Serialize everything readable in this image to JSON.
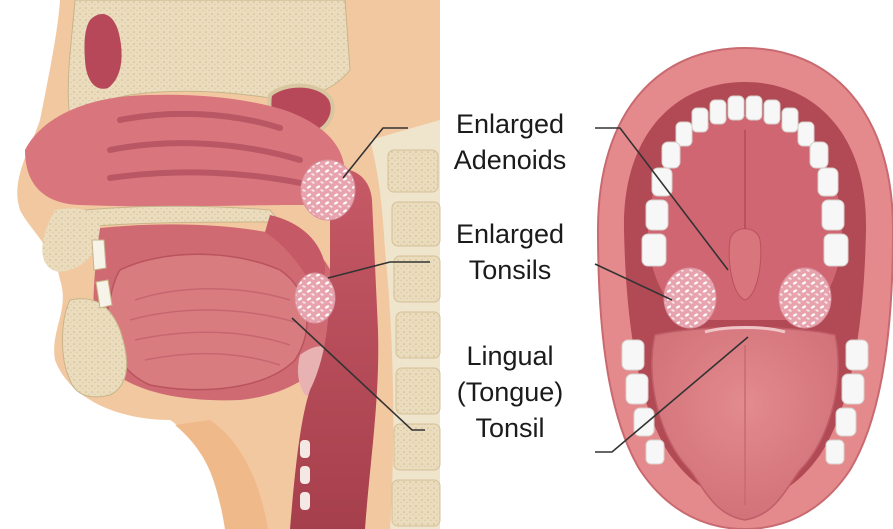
{
  "labels": {
    "adenoids": {
      "line1": "Enlarged",
      "line2": "Adenoids"
    },
    "tonsils": {
      "line1": "Enlarged",
      "line2": "Tonsils"
    },
    "lingual": {
      "line1": "Lingual",
      "line2": "(Tongue)",
      "line3": "Tonsil"
    }
  },
  "colors": {
    "tissue": "#d8707a",
    "tissue_dark": "#b84a56",
    "tissue_light": "#eaa0a3",
    "bone": "#e8d9b8",
    "skin": "#f2c9a2",
    "tonsil": "#e9a9b3",
    "teeth": "#f7f7f7",
    "leader_line": "#333333"
  }
}
